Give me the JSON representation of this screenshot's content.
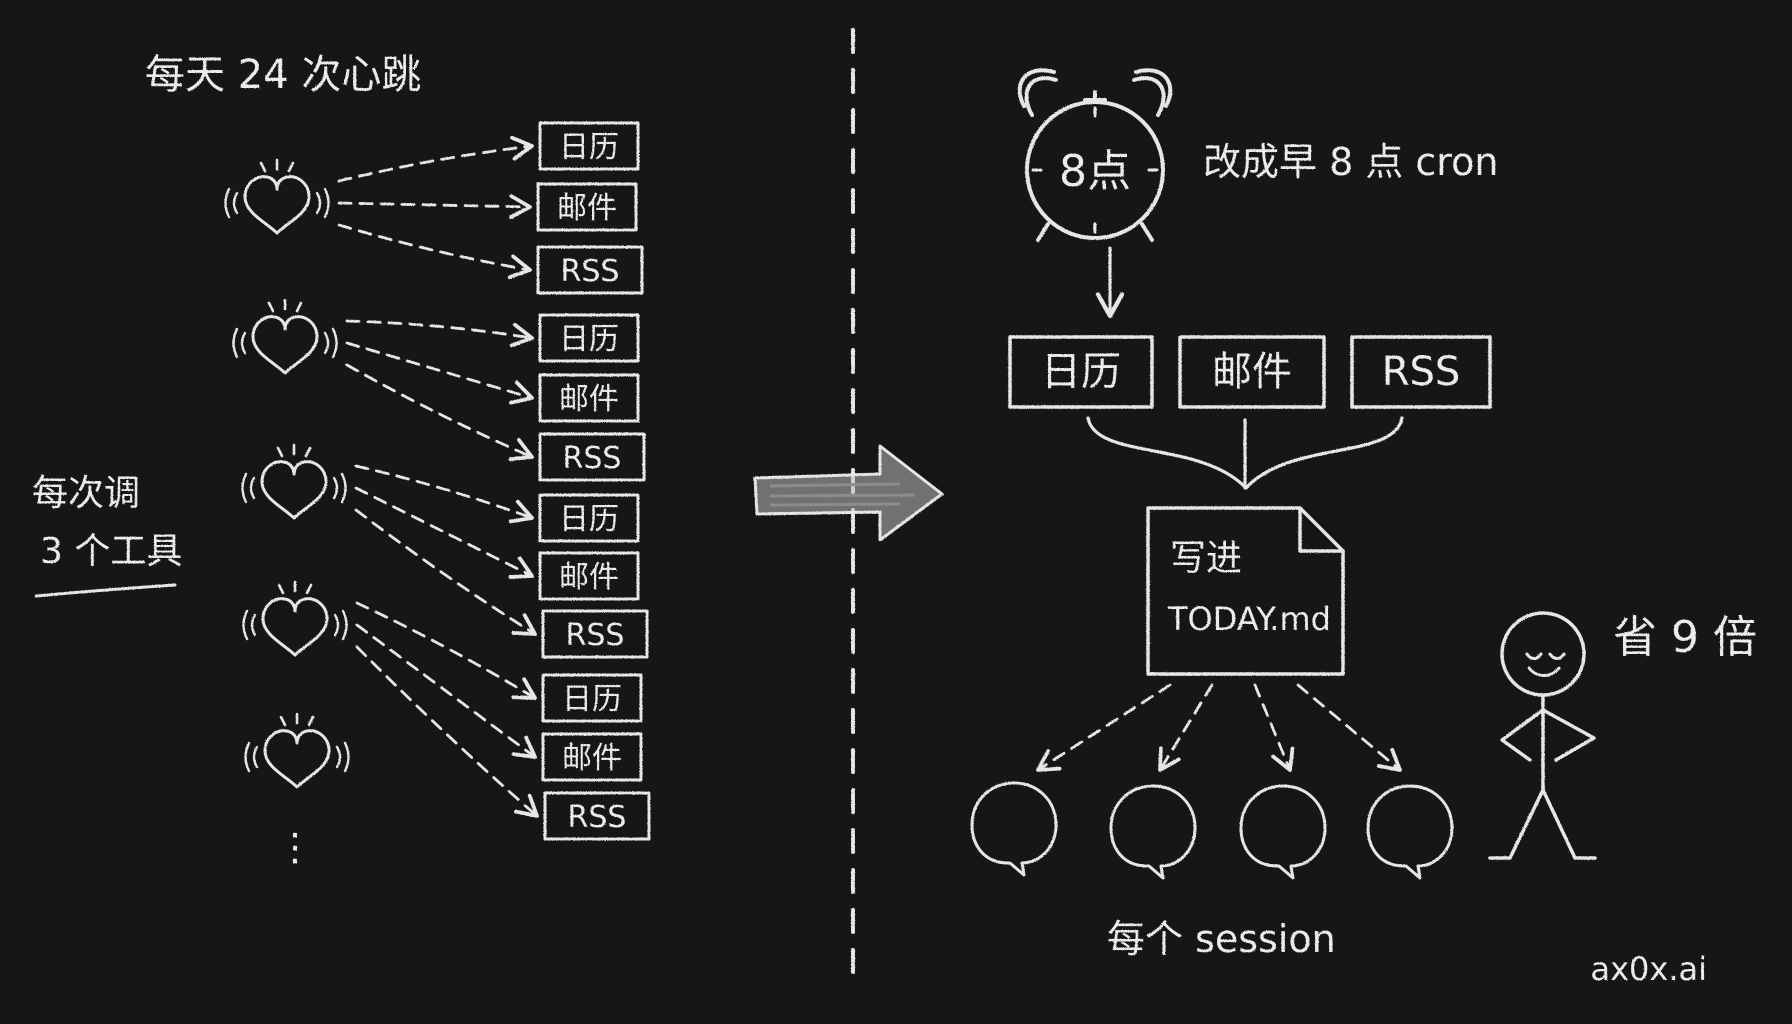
{
  "colors": {
    "board": "#161616",
    "chalk": "#E6E6E6"
  },
  "left": {
    "title": "每天 24 次心跳",
    "side_note_line1": "每次调",
    "side_note_line2": "3 个工具",
    "tools": [
      "日历",
      "邮件",
      "RSS"
    ],
    "ellipsis": "⋮"
  },
  "right": {
    "clock_label": "8点",
    "clock_caption": "改成早 8 点 cron",
    "tools": [
      "日历",
      "邮件",
      "RSS"
    ],
    "doc_line1": "写进",
    "doc_line2": "TODAY.md",
    "sessions_label": "每个 session",
    "savings_label": "省 9 倍"
  },
  "icons": [
    "heart-icon",
    "alarm-clock-icon",
    "document-icon",
    "speech-bubble-icon",
    "stick-figure-icon",
    "arrow-right-icon"
  ],
  "footer": {
    "brand": "ax0x.ai"
  }
}
